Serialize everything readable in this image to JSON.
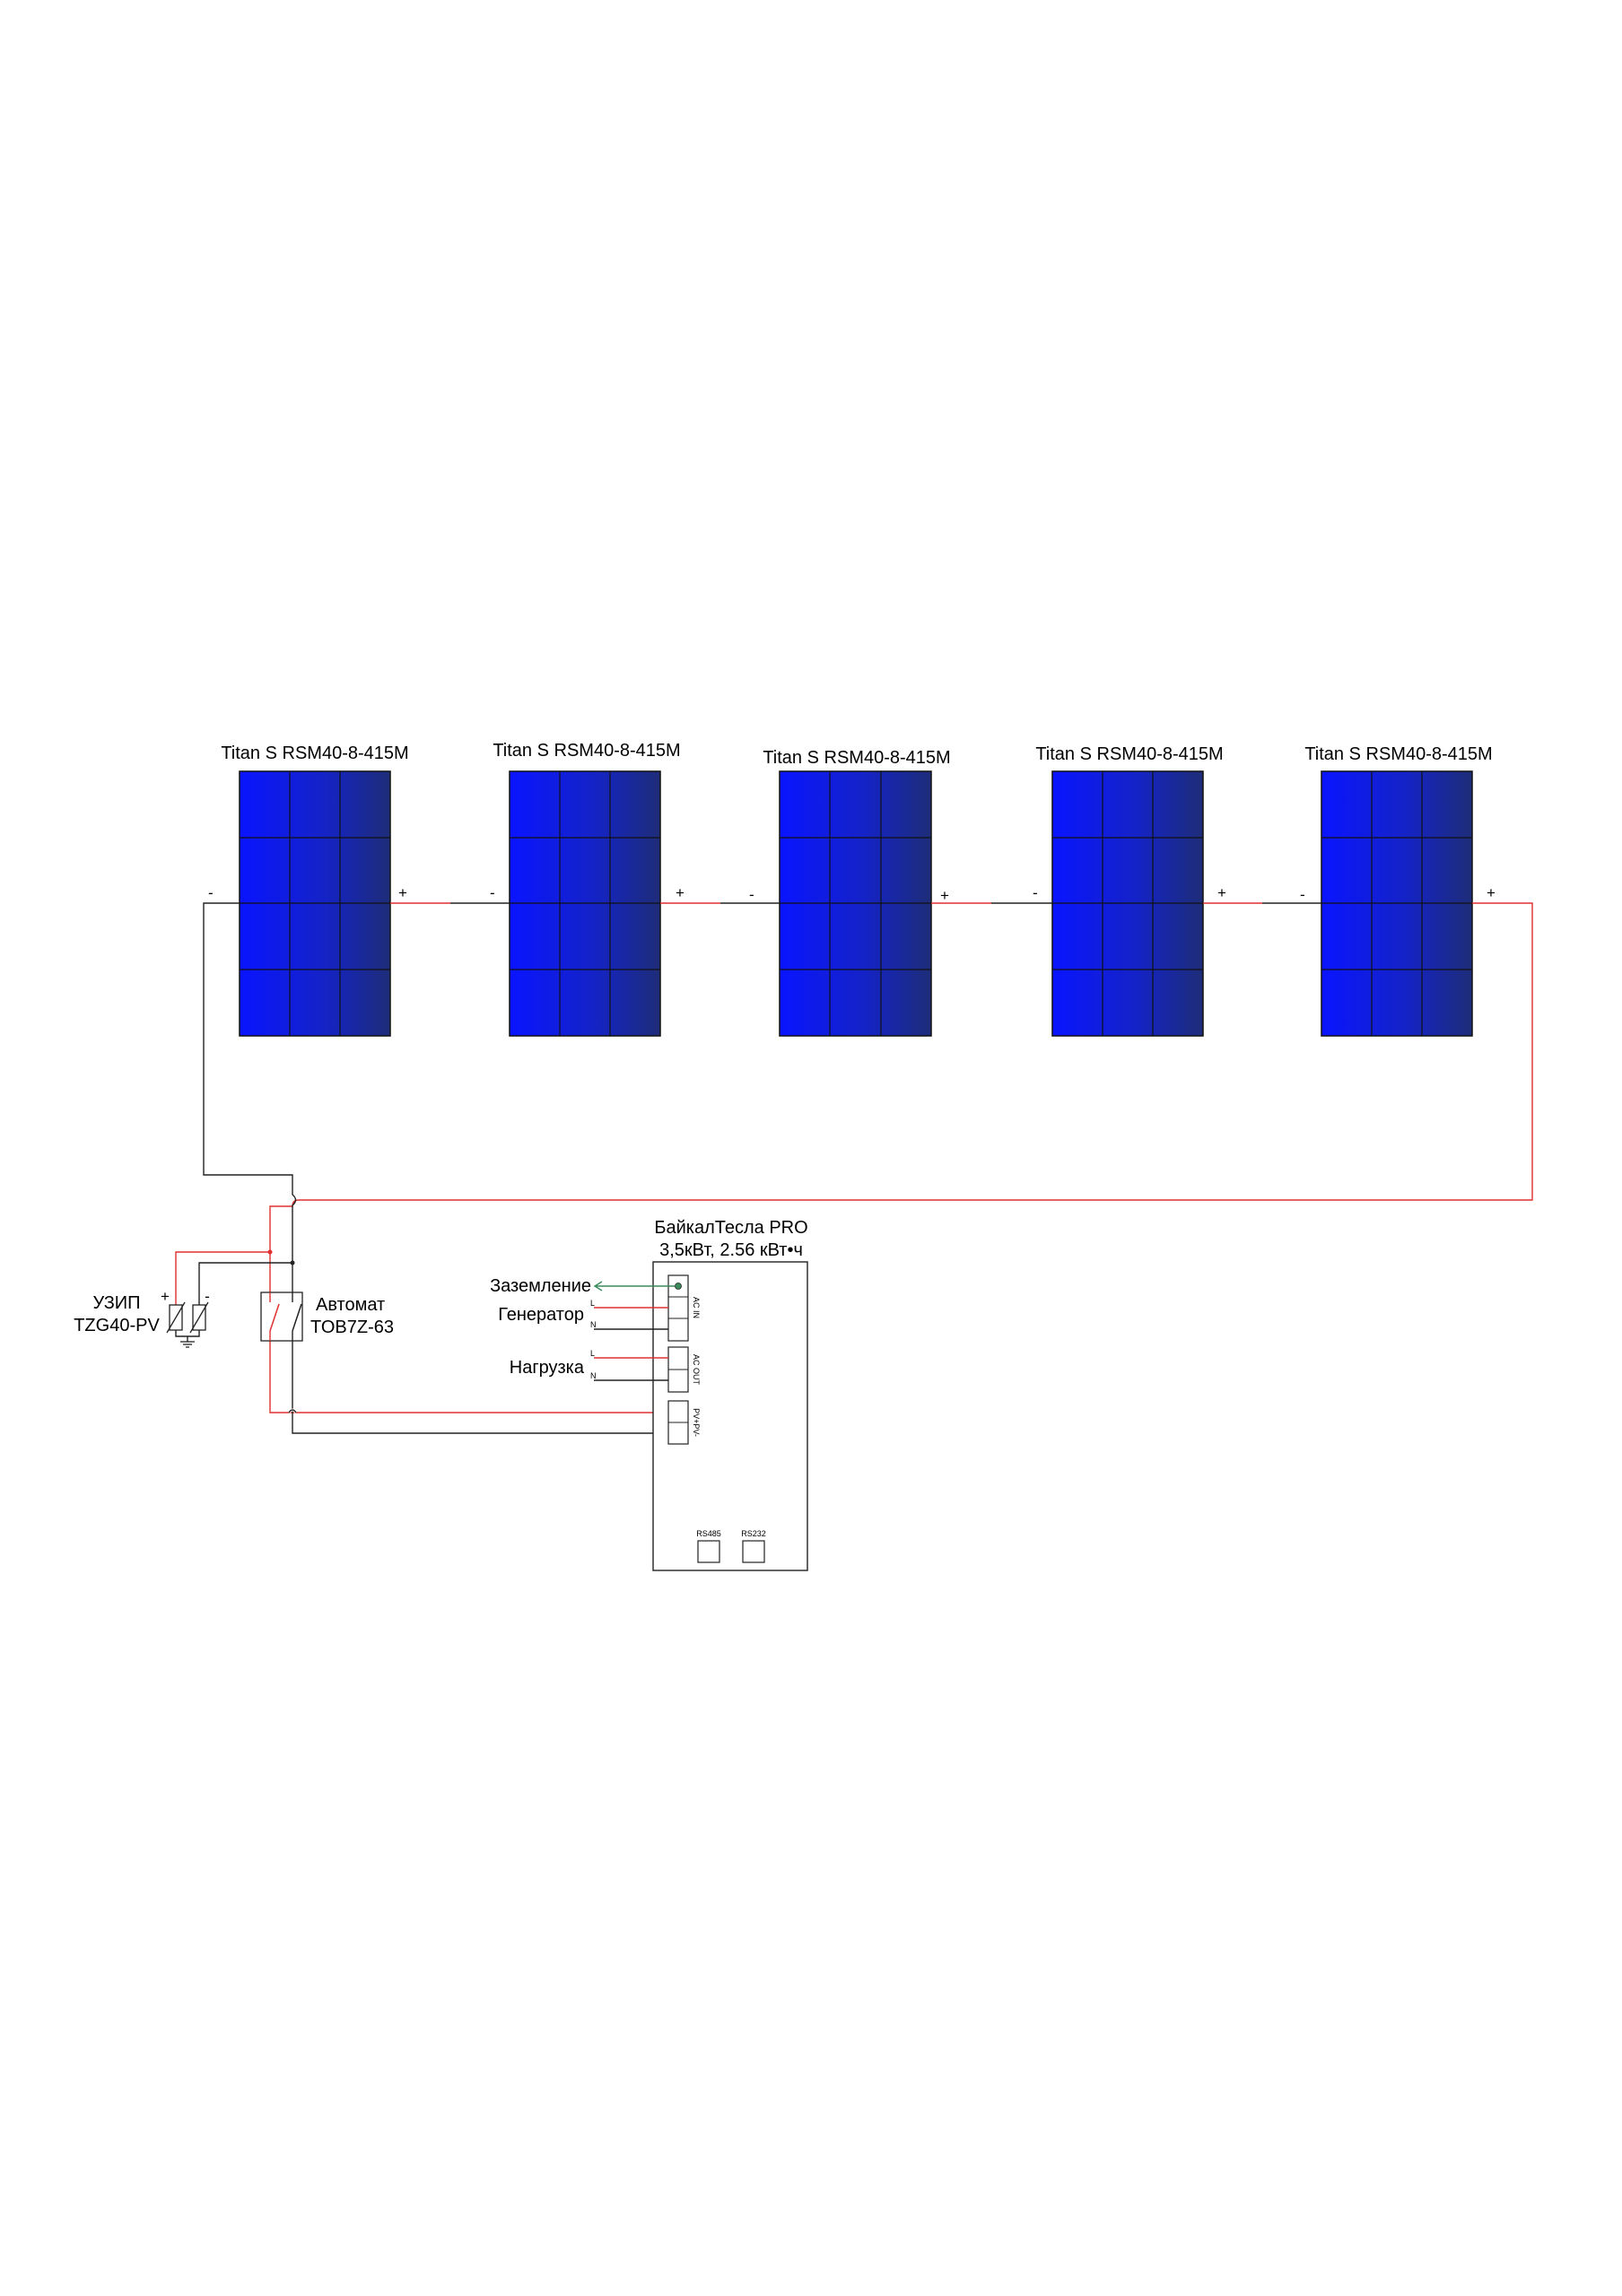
{
  "colors": {
    "panel_light": "#0a14ff",
    "panel_dark": "#1e2d78",
    "positive_wire": "#e03030",
    "negative_wire": "#222222",
    "ground_wire": "#3a8a5a"
  },
  "panels": [
    {
      "model": "Titan S RSM40-8-415M",
      "minus": "-",
      "plus": "+"
    },
    {
      "model": "Titan S RSM40-8-415M",
      "minus": "-",
      "plus": "+"
    },
    {
      "model": "Titan S RSM40-8-415M",
      "minus": "-",
      "plus": "+"
    },
    {
      "model": "Titan S RSM40-8-415M",
      "minus": "-",
      "plus": "+"
    },
    {
      "model": "Titan S RSM40-8-415M",
      "minus": "-",
      "plus": "+"
    }
  ],
  "surge_protector": {
    "line1": "УЗИП",
    "line2": "TZG40-PV",
    "plus": "+",
    "minus": "-"
  },
  "breaker": {
    "line1": "Автомат",
    "line2": "TOB7Z-63"
  },
  "inverter": {
    "line1": "БайкалТесла PRO",
    "line2": "3,5кВт, 2.56 кВт•ч",
    "ground_label": "Заземление",
    "generator_label": "Генератор",
    "load_label": "Нагрузка",
    "ac_in": "AC IN",
    "ac_out": "AC OUT",
    "pv": "PV+PV-",
    "l_mark": "L",
    "n_mark": "N",
    "rs485": "RS485",
    "rs232": "RS232"
  }
}
